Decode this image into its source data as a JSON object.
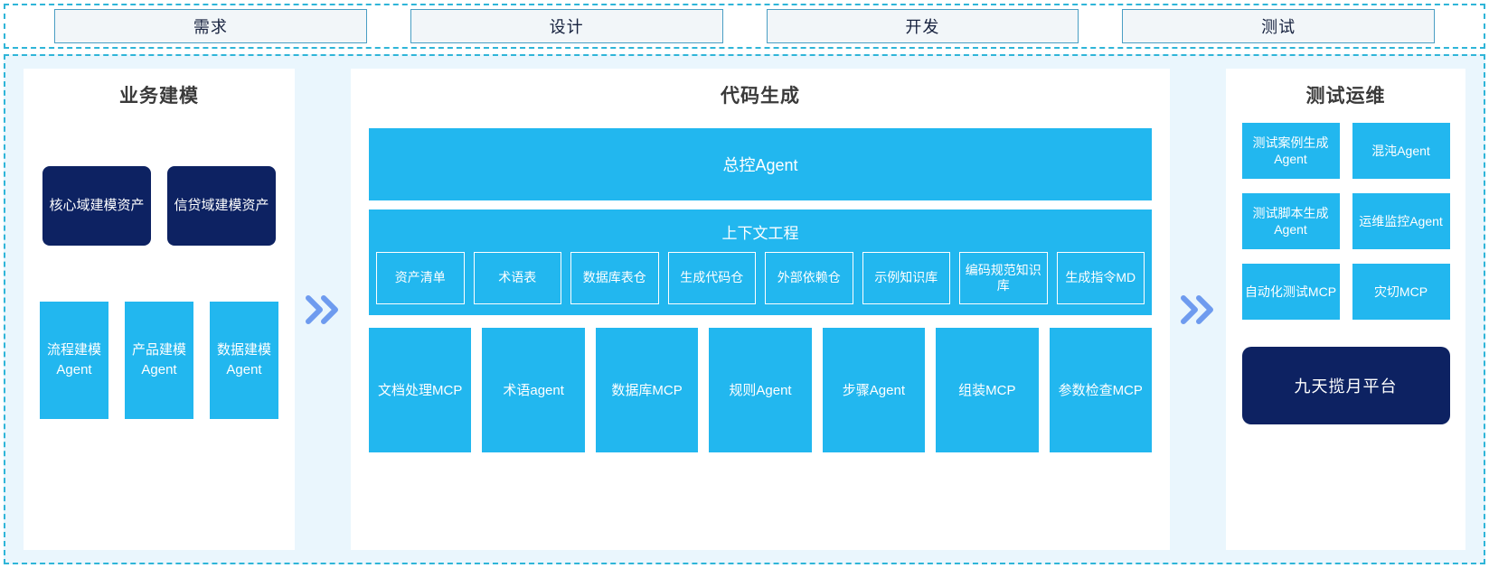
{
  "phases": {
    "items": [
      {
        "label": "需求"
      },
      {
        "label": "设计"
      },
      {
        "label": "开发"
      },
      {
        "label": "测试"
      }
    ]
  },
  "colors": {
    "accent_cyan": "#22b7ef",
    "accent_navy": "#0d2262",
    "arrow_blue": "#6e9bef",
    "panel_bg": "#ffffff",
    "canvas_bg": "#eaf6fd",
    "dashed_border": "#2fb5d8",
    "phase_fill": "#f2f6f9",
    "phase_border": "#4a9ec4",
    "title_text": "#3a3a3a"
  },
  "arrows": {
    "left_arrow_icon": "double-chevron-right-icon",
    "right_arrow_icon": "double-chevron-right-icon"
  },
  "left_panel": {
    "title": "业务建模",
    "assets": [
      {
        "label": "核心域建模资产"
      },
      {
        "label": "信贷域建模资产"
      }
    ],
    "agents": [
      {
        "label": "流程建模Agent"
      },
      {
        "label": "产品建模Agent"
      },
      {
        "label": "数据建模Agent"
      }
    ]
  },
  "center_panel": {
    "title": "代码生成",
    "master_agent": "总控Agent",
    "context": {
      "title": "上下文工程",
      "items": [
        {
          "label": "资产清单"
        },
        {
          "label": "术语表"
        },
        {
          "label": "数据库表仓"
        },
        {
          "label": "生成代码仓"
        },
        {
          "label": "外部依赖仓"
        },
        {
          "label": "示例知识库"
        },
        {
          "label": "编码规范知识库"
        },
        {
          "label": "生成指令MD"
        }
      ]
    },
    "tools": [
      {
        "label": "文档处理MCP"
      },
      {
        "label": "术语agent"
      },
      {
        "label": "数据库MCP"
      },
      {
        "label": "规则Agent"
      },
      {
        "label": "步骤Agent"
      },
      {
        "label": "组装MCP"
      },
      {
        "label": "参数检查MCP"
      }
    ]
  },
  "right_panel": {
    "title": "测试运维",
    "cards": [
      {
        "label": "测试案例生成Agent"
      },
      {
        "label": "混沌Agent"
      },
      {
        "label": "测试脚本生成Agent"
      },
      {
        "label": "运维监控Agent"
      },
      {
        "label": "自动化测试MCP"
      },
      {
        "label": "灾切MCP"
      }
    ],
    "platform": "九天揽月平台"
  }
}
